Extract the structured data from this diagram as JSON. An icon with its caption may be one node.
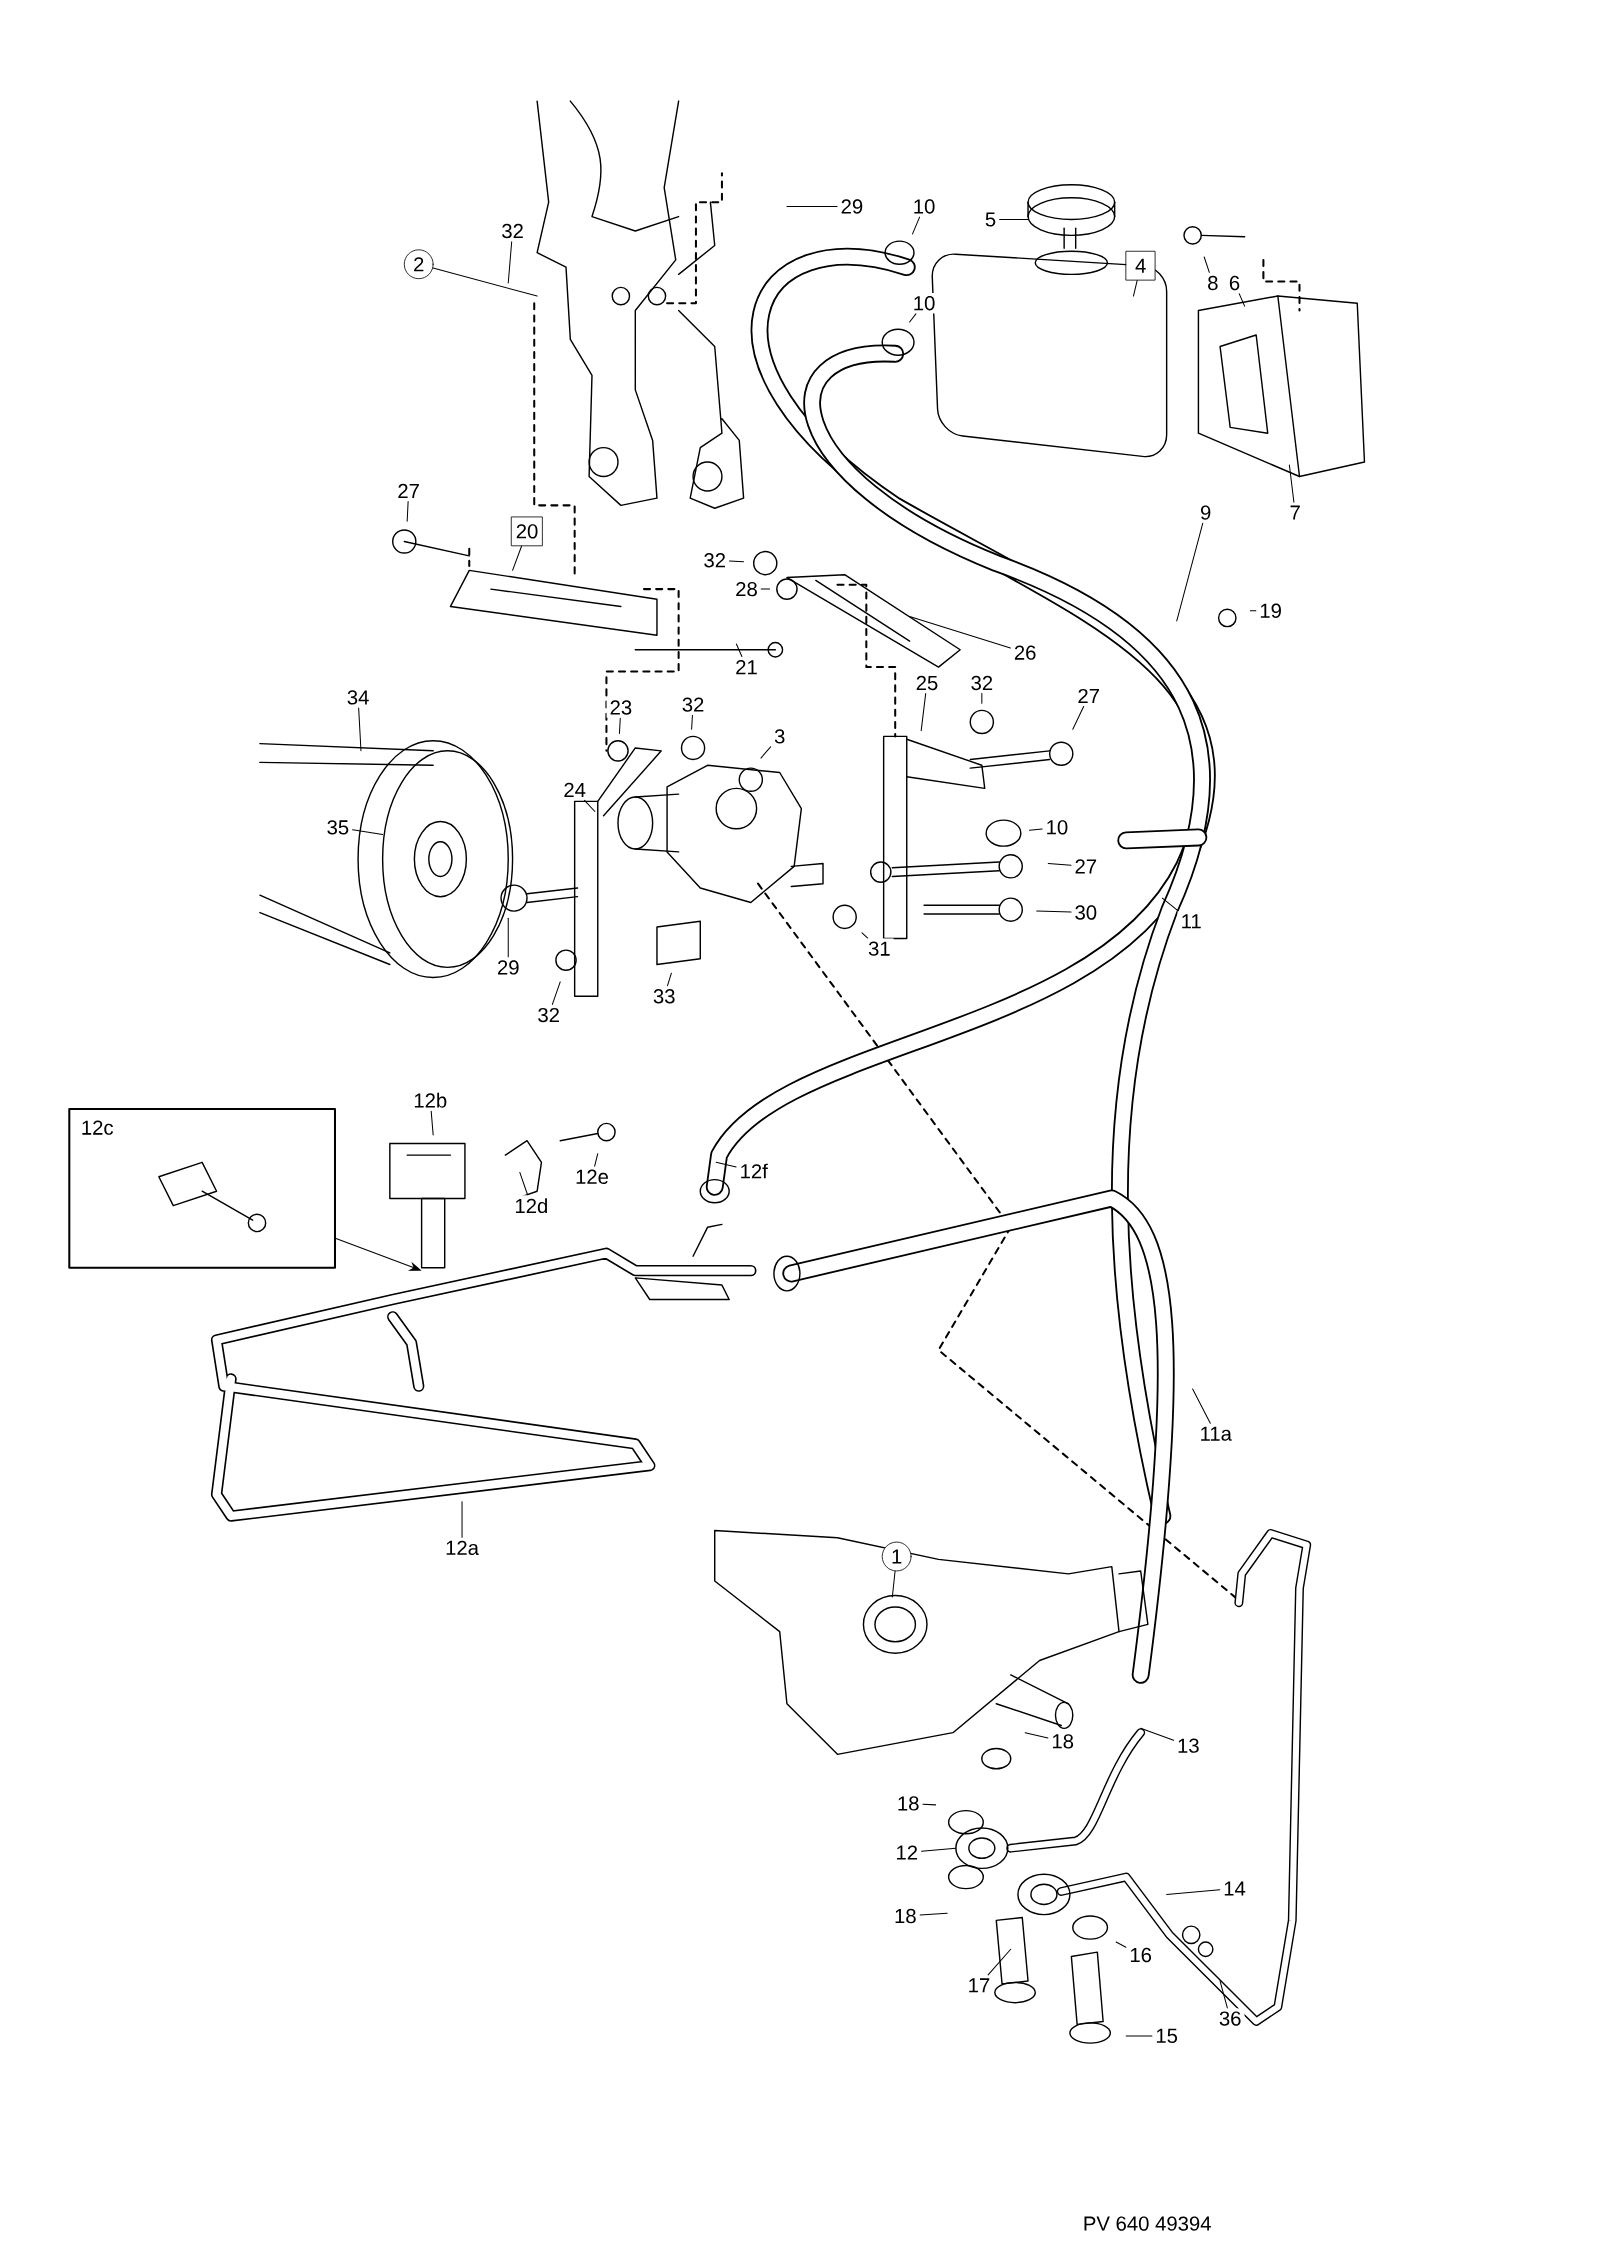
{
  "diagram": {
    "nodes": [
      {
        "text": [
          "2"
        ]
      },
      {
        "text": [
          "32"
        ]
      },
      {
        "text": [
          "29"
        ]
      },
      {
        "text": [
          "10"
        ]
      },
      {
        "text": [
          "5"
        ]
      },
      {
        "text": [
          "10"
        ]
      },
      {
        "text": [
          "4"
        ]
      },
      {
        "text": [
          "8"
        ]
      },
      {
        "text": [
          "6"
        ]
      },
      {
        "text": [
          "7"
        ]
      },
      {
        "text": [
          "27"
        ]
      },
      {
        "text": [
          "20"
        ]
      },
      {
        "text": [
          "32"
        ]
      },
      {
        "text": [
          "28"
        ]
      },
      {
        "text": [
          "9"
        ]
      },
      {
        "text": [
          "19"
        ]
      },
      {
        "text": [
          "26"
        ]
      },
      {
        "text": [
          "21"
        ]
      },
      {
        "text": [
          "34"
        ]
      },
      {
        "text": [
          "23"
        ]
      },
      {
        "text": [
          "32"
        ]
      },
      {
        "text": [
          "25"
        ]
      },
      {
        "text": [
          "32"
        ]
      },
      {
        "text": [
          "27"
        ]
      },
      {
        "text": [
          "3"
        ]
      },
      {
        "text": [
          "24"
        ]
      },
      {
        "text": [
          "35"
        ]
      },
      {
        "text": [
          "10"
        ]
      },
      {
        "text": [
          "27"
        ]
      },
      {
        "text": [
          "30"
        ]
      },
      {
        "text": [
          "11"
        ]
      },
      {
        "text": [
          "29"
        ]
      },
      {
        "text": [
          "31"
        ]
      },
      {
        "text": [
          "33"
        ]
      },
      {
        "text": [
          "32"
        ]
      },
      {
        "text": [
          "12c"
        ]
      },
      {
        "text": [
          "12b"
        ]
      },
      {
        "text": [
          "12e"
        ]
      },
      {
        "text": [
          "12d"
        ]
      },
      {
        "text": [
          "12f"
        ]
      },
      {
        "text": [
          "11a"
        ]
      },
      {
        "text": [
          "12a"
        ]
      },
      {
        "text": [
          "1"
        ]
      },
      {
        "text": [
          "18"
        ]
      },
      {
        "text": [
          "13"
        ]
      },
      {
        "text": [
          "18"
        ]
      },
      {
        "text": [
          "12"
        ]
      },
      {
        "text": [
          "18"
        ]
      },
      {
        "text": [
          "14"
        ]
      },
      {
        "text": [
          "16"
        ]
      },
      {
        "text": [
          "17"
        ]
      },
      {
        "text": [
          "36"
        ]
      },
      {
        "text": [
          "15"
        ]
      }
    ],
    "edges": [
      {
        "from": 0,
        "to": null,
        "arrow": "none"
      },
      {
        "from": 1,
        "to": null,
        "arrow": "none"
      },
      {
        "from": 2,
        "to": null,
        "arrow": "none"
      },
      {
        "from": 3,
        "to": null,
        "arrow": "none"
      },
      {
        "from": 4,
        "to": null,
        "arrow": "none"
      },
      {
        "from": 5,
        "to": null,
        "arrow": "none"
      },
      {
        "from": 6,
        "to": null,
        "arrow": "none"
      },
      {
        "from": 7,
        "to": null,
        "arrow": "none"
      },
      {
        "from": 8,
        "to": null,
        "arrow": "none"
      },
      {
        "from": 9,
        "to": null,
        "arrow": "none"
      },
      {
        "from": 10,
        "to": null,
        "arrow": "none"
      },
      {
        "from": 11,
        "to": null,
        "arrow": "none"
      },
      {
        "from": 12,
        "to": null,
        "arrow": "none"
      },
      {
        "from": 13,
        "to": null,
        "arrow": "none"
      },
      {
        "from": 14,
        "to": null,
        "arrow": "none"
      },
      {
        "from": 15,
        "to": null,
        "arrow": "none"
      },
      {
        "from": 16,
        "to": null,
        "arrow": "none"
      },
      {
        "from": 17,
        "to": null,
        "arrow": "none"
      },
      {
        "from": 18,
        "to": null,
        "arrow": "none"
      },
      {
        "from": 19,
        "to": null,
        "arrow": "none"
      },
      {
        "from": 20,
        "to": null,
        "arrow": "none"
      },
      {
        "from": 21,
        "to": null,
        "arrow": "none"
      },
      {
        "from": 22,
        "to": null,
        "arrow": "none"
      },
      {
        "from": 23,
        "to": null,
        "arrow": "none"
      },
      {
        "from": 24,
        "to": null,
        "arrow": "none"
      },
      {
        "from": 25,
        "to": null,
        "arrow": "none"
      },
      {
        "from": 26,
        "to": null,
        "arrow": "none"
      },
      {
        "from": 27,
        "to": null,
        "arrow": "none"
      },
      {
        "from": 28,
        "to": null,
        "arrow": "none"
      },
      {
        "from": 29,
        "to": null,
        "arrow": "none"
      },
      {
        "from": 30,
        "to": null,
        "arrow": "none"
      },
      {
        "from": 31,
        "to": null,
        "arrow": "none"
      },
      {
        "from": 32,
        "to": null,
        "arrow": "none"
      },
      {
        "from": 33,
        "to": null,
        "arrow": "none"
      },
      {
        "from": 34,
        "to": null,
        "arrow": "none"
      },
      {
        "from": 35,
        "to": null,
        "arrow": "to"
      },
      {
        "from": 36,
        "to": null,
        "arrow": "none"
      },
      {
        "from": 37,
        "to": null,
        "arrow": "none"
      },
      {
        "from": 38,
        "to": null,
        "arrow": "none"
      },
      {
        "from": 39,
        "to": null,
        "arrow": "none"
      },
      {
        "from": 40,
        "to": null,
        "arrow": "none"
      },
      {
        "from": 41,
        "to": null,
        "arrow": "none"
      },
      {
        "from": 42,
        "to": null,
        "arrow": "none"
      },
      {
        "from": 43,
        "to": null,
        "arrow": "none"
      },
      {
        "from": 44,
        "to": null,
        "arrow": "none"
      },
      {
        "from": 45,
        "to": null,
        "arrow": "none"
      },
      {
        "from": 46,
        "to": null,
        "arrow": "none"
      },
      {
        "from": 47,
        "to": null,
        "arrow": "none"
      },
      {
        "from": 48,
        "to": null,
        "arrow": "none"
      },
      {
        "from": 49,
        "to": null,
        "arrow": "none"
      },
      {
        "from": 50,
        "to": null,
        "arrow": "none"
      },
      {
        "from": 51,
        "to": null,
        "arrow": "none"
      },
      {
        "from": 52,
        "to": null,
        "arrow": "none"
      }
    ],
    "labels": [
      "PV 640 49394"
    ]
  }
}
